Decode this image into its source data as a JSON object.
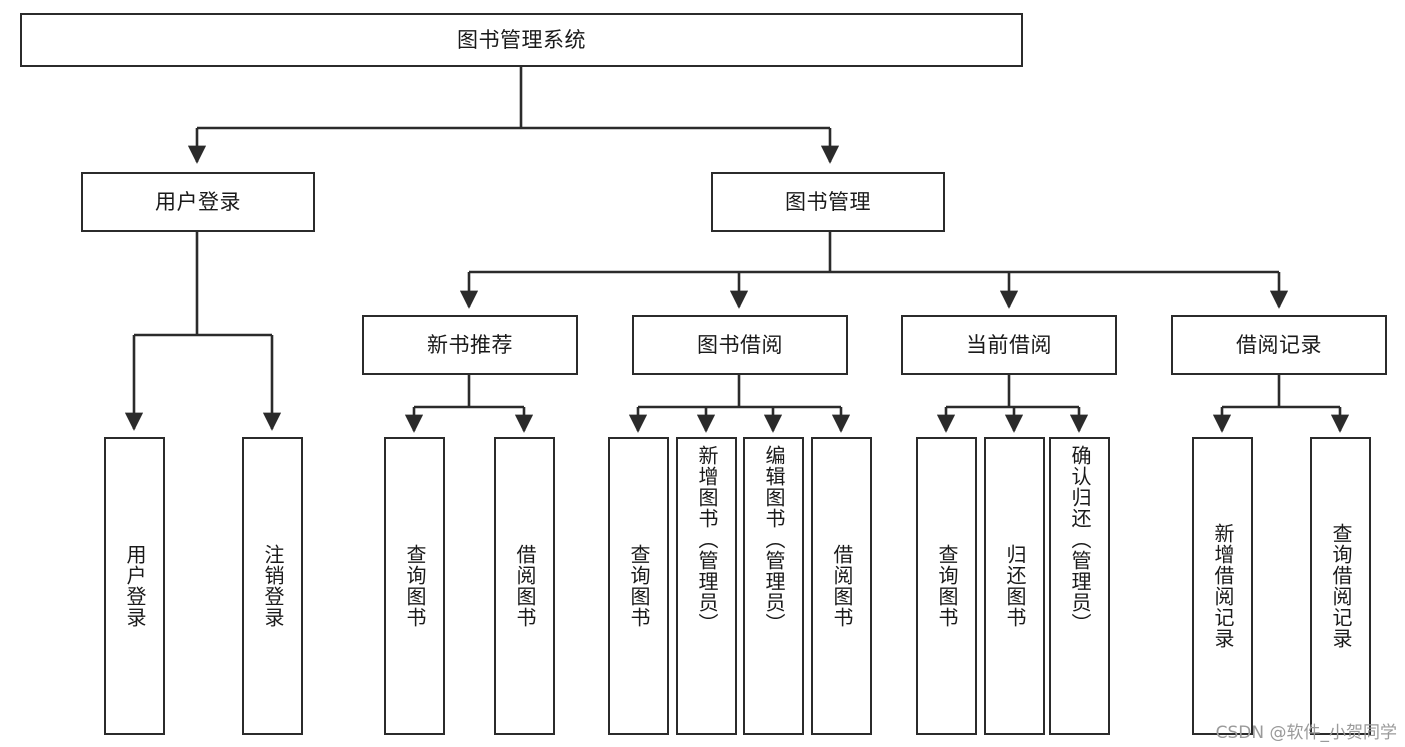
{
  "diagram": {
    "title": "图书管理系统",
    "type": "tree-hierarchy-chart",
    "root": {
      "label": "图书管理系统"
    },
    "level1": [
      {
        "label": "用户登录"
      },
      {
        "label": "图书管理"
      }
    ],
    "level2": [
      {
        "label": "新书推荐"
      },
      {
        "label": "图书借阅"
      },
      {
        "label": "当前借阅"
      },
      {
        "label": "借阅记录"
      }
    ],
    "leaves": {
      "user_login": [
        {
          "label": "用户登录"
        },
        {
          "label": "注销登录"
        }
      ],
      "new_book_recommend": [
        {
          "label": "查询图书"
        },
        {
          "label": "借阅图书"
        }
      ],
      "book_borrow": [
        {
          "label": "查询图书"
        },
        {
          "label": "新增图书（管理员）"
        },
        {
          "label": "编辑图书（管理员）"
        },
        {
          "label": "借阅图书"
        }
      ],
      "current_borrow": [
        {
          "label": "查询图书"
        },
        {
          "label": "归还图书"
        },
        {
          "label": "确认归还（管理员）"
        }
      ],
      "borrow_record": [
        {
          "label": "新增借阅记录"
        },
        {
          "label": "查询借阅记录"
        }
      ]
    }
  },
  "watermark": {
    "text": "CSDN @软件_小贺同学"
  },
  "colors": {
    "border": "#2b2b2b",
    "background": "#ffffff",
    "text": "#1a1a1a",
    "watermark": "#9a9a9a"
  }
}
